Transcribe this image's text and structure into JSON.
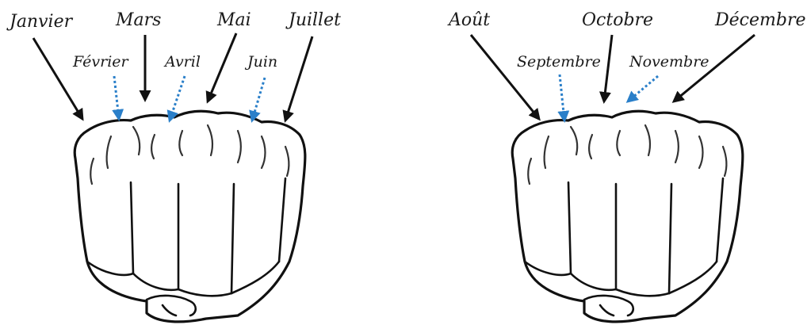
{
  "colors": {
    "long_month_arrow": "#111111",
    "short_month_arrow": "#2a7fc9",
    "background": "#ffffff"
  },
  "left_fist": {
    "months": {
      "janvier": "Janvier",
      "fevrier": "Février",
      "mars": "Mars",
      "avril": "Avril",
      "mai": "Mai",
      "juin": "Juin",
      "juillet": "Juillet"
    }
  },
  "right_fist": {
    "months": {
      "aout": "Août",
      "septembre": "Septembre",
      "octobre": "Octobre",
      "novembre": "Novembre",
      "decembre": "Décembre"
    }
  }
}
